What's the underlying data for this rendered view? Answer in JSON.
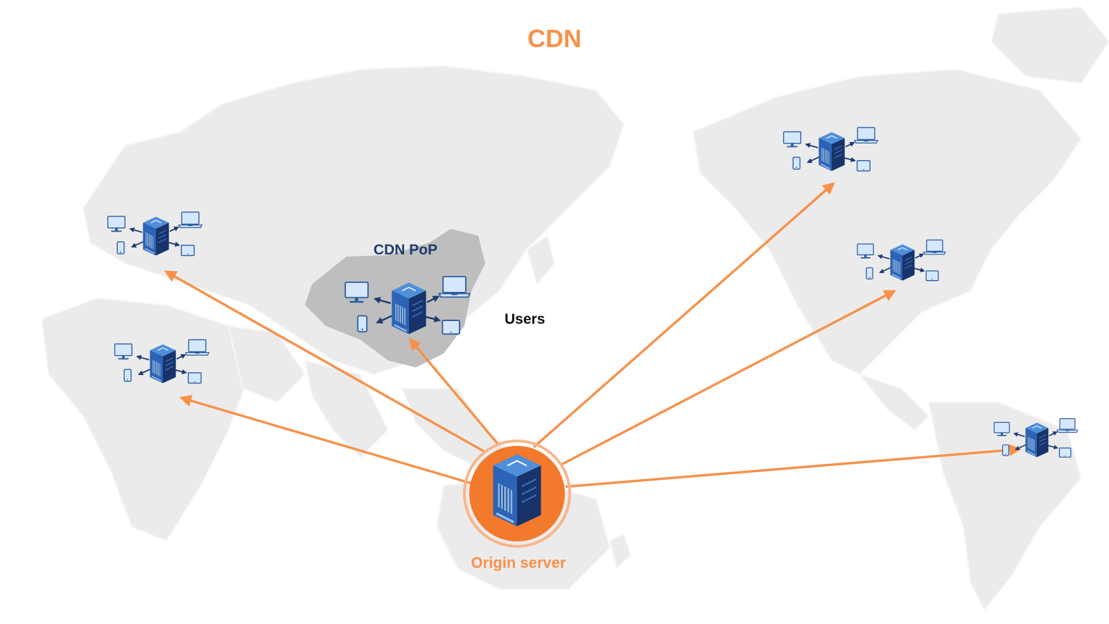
{
  "title": "CDN",
  "labels": {
    "cdn_pop": "CDN PoP",
    "users": "Users",
    "origin_server": "Origin server"
  },
  "colors": {
    "accent": "#F7914A",
    "origin_ring": "#F37A2C",
    "server_dark": "#1B3C7A",
    "server_mid": "#2C63B6",
    "server_light": "#5C9BE0",
    "device_stroke": "#2B5AA0",
    "device_fill": "#D4E7FB",
    "arrow_dark": "#1F3B70",
    "map_land": "#E8E8E8",
    "map_highlight": "#BEBEBE",
    "label_dark": "#1F3B70"
  },
  "icons": {
    "server": "server-rack-icon",
    "monitor": "desktop-monitor-icon",
    "laptop": "laptop-icon",
    "phone": "smartphone-icon",
    "tablet": "tablet-icon"
  }
}
